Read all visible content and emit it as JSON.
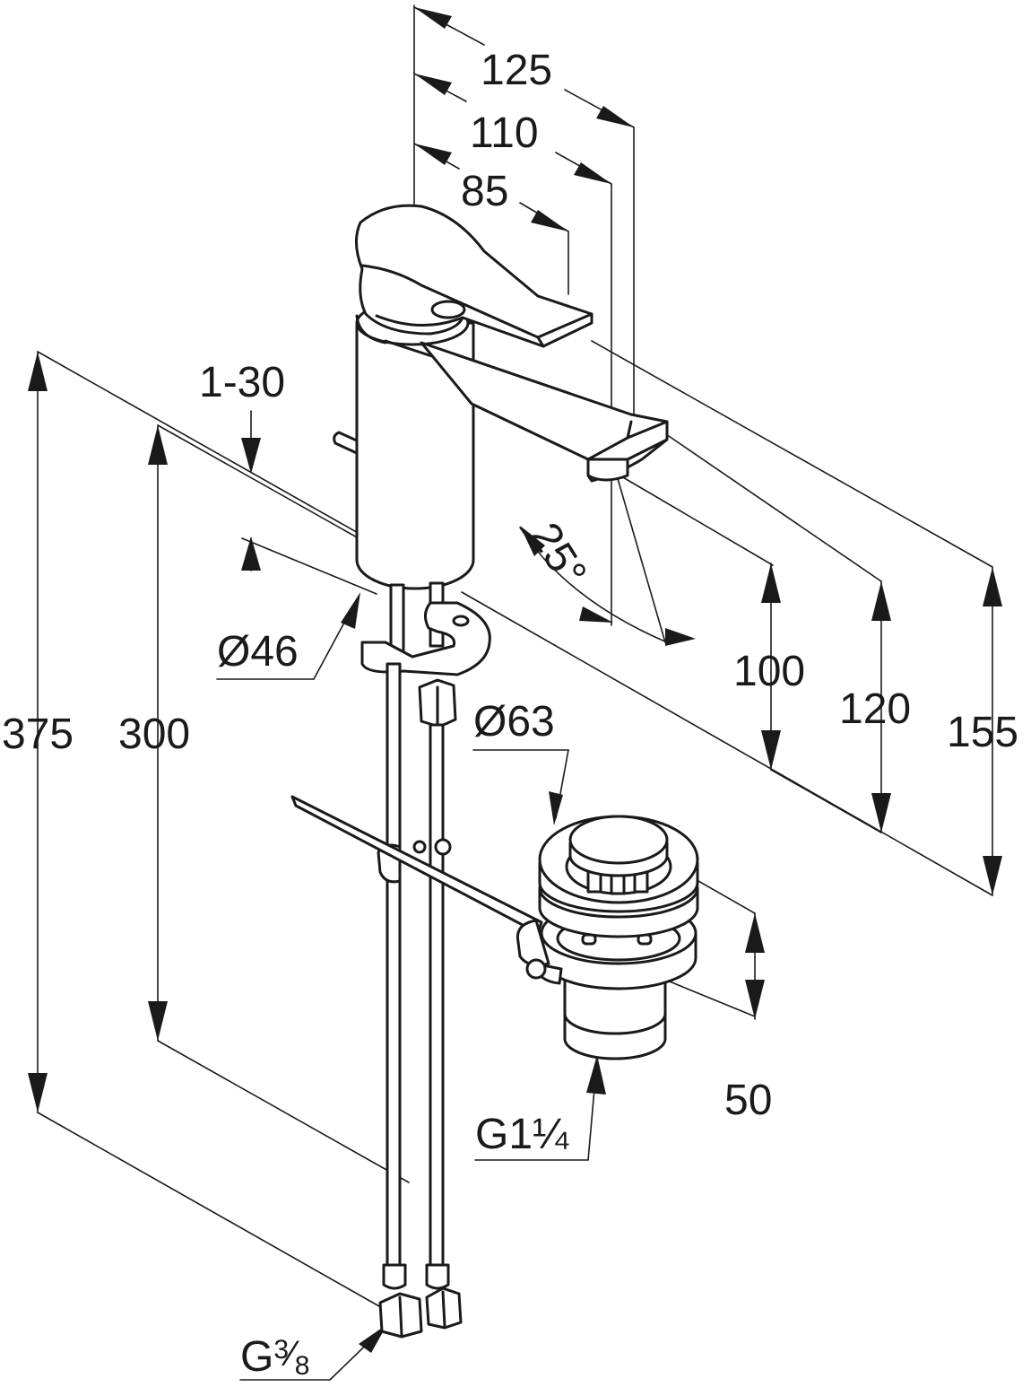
{
  "dimensions": {
    "reach_total": "125",
    "reach_mid": "110",
    "reach_lever": "85",
    "height_100": "100",
    "height_120": "120",
    "height_155": "155",
    "hose_375": "375",
    "hose_300": "300",
    "deck_thickness": "1-30",
    "body_diameter": "Ø46",
    "waste_diameter": "Ø63",
    "waste_height": "50",
    "spout_angle": "25°"
  },
  "threads": {
    "waste_prefix": "G1",
    "waste_fraction": "¼",
    "hose_prefix": "G",
    "hose_num": "3",
    "hose_slash": "⁄",
    "hose_den": "8"
  }
}
